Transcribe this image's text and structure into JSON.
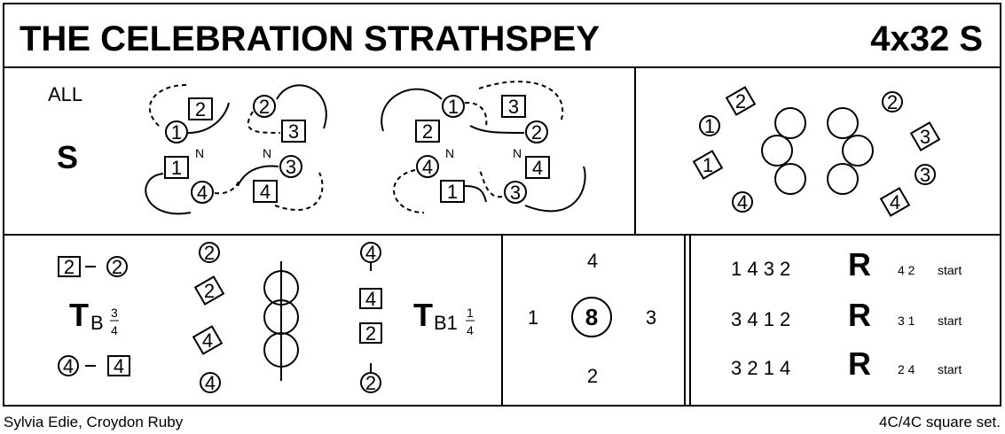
{
  "header": {
    "title": "THE CELEBRATION STRATHSPEY",
    "format": "4x32 S"
  },
  "figure1": {
    "label": "ALL",
    "step": "S",
    "north": "N",
    "dancers": [
      "1",
      "2",
      "3",
      "4"
    ]
  },
  "figure2": {
    "pair_left": [
      "2",
      "2"
    ],
    "pair_left_bottom": [
      "4",
      "4"
    ],
    "step_left": "T",
    "sub_left": "B",
    "frac_left_num": "3",
    "frac_left_den": "4",
    "step_right": "T",
    "sub_right": "B1",
    "frac_right_num": "1",
    "frac_right_den": "4"
  },
  "figure3": {
    "top": "4",
    "left": "1",
    "center": "8",
    "right": "3",
    "bottom": "2"
  },
  "figure4": {
    "rows": [
      {
        "order": "1 4 3 2",
        "step": "R",
        "start": "4 2",
        "start_label": "start"
      },
      {
        "order": "3 4 1 2",
        "step": "R",
        "start": "3 1",
        "start_label": "start"
      },
      {
        "order": "3 2 1 4",
        "step": "R",
        "start": "2 4",
        "start_label": "start"
      }
    ]
  },
  "footer": {
    "author": "Sylvia Edie, Croydon Ruby",
    "set": "4C/4C  square set."
  }
}
